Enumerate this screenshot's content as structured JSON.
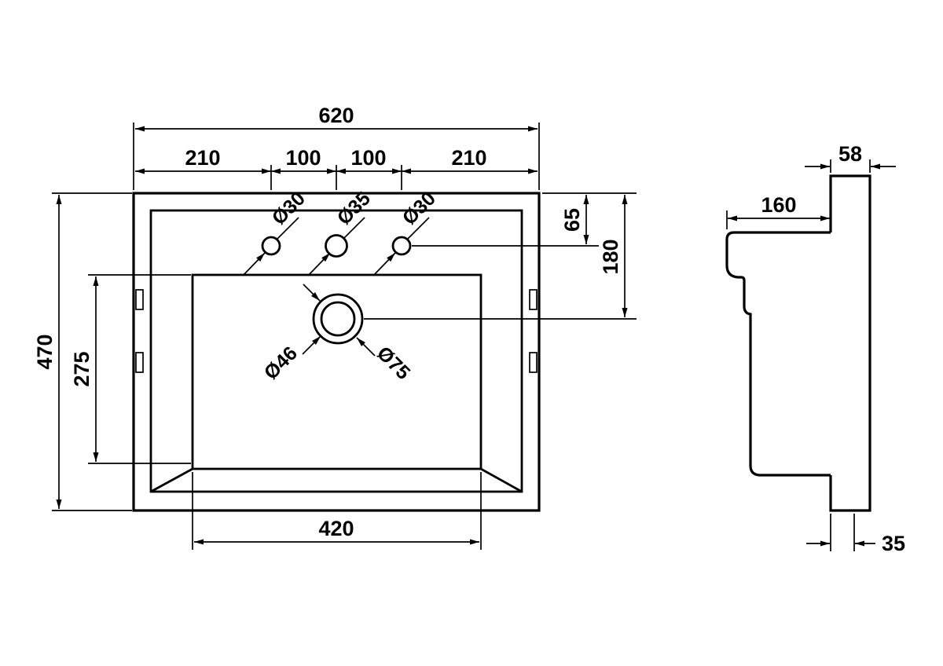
{
  "colors": {
    "background": "#ffffff",
    "line": "#000000"
  },
  "front_view": {
    "dim_overall_width": "620",
    "dim_chain": [
      "210",
      "100",
      "100",
      "210"
    ],
    "dim_overall_height": "470",
    "dim_inner_depth": "275",
    "dim_inner_width": "420",
    "dim_top_to_holes": "65",
    "dim_top_to_drain": "180",
    "tap_holes": [
      "Ø30",
      "Ø35",
      "Ø30"
    ],
    "drain_inner": "Ø46",
    "drain_outer": "Ø75"
  },
  "side_view": {
    "dim_depth_top": "58",
    "dim_projection": "160",
    "dim_bottom": "35"
  }
}
